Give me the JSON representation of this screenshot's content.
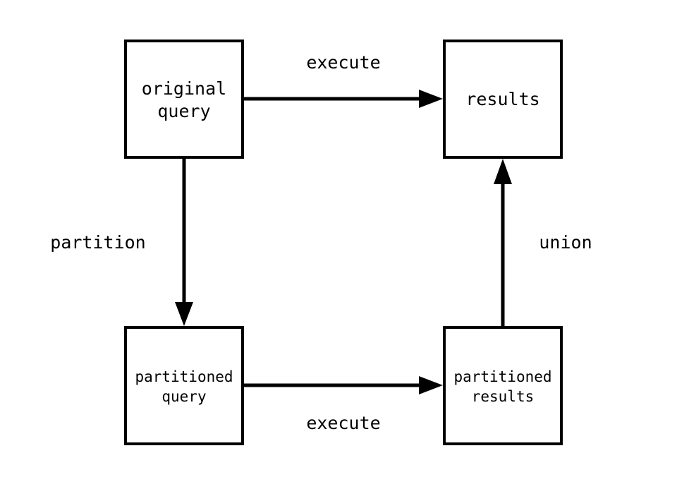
{
  "nodes": {
    "original_query": {
      "line1": "original",
      "line2": "query"
    },
    "results": {
      "label": "results"
    },
    "partitioned_query": {
      "line1": "partitioned",
      "line2": "query"
    },
    "partitioned_results": {
      "line1": "partitioned",
      "line2": "results"
    }
  },
  "edges": {
    "execute_top": "execute",
    "partition": "partition",
    "execute_bottom": "execute",
    "union": "union"
  },
  "colors": {
    "stroke": "#000000",
    "background": "#ffffff"
  }
}
